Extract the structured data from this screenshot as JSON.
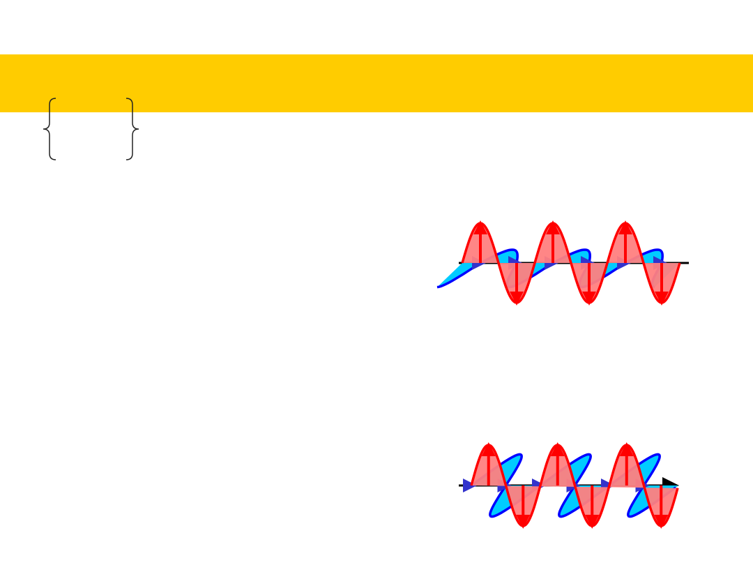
{
  "colors": {
    "banner": "#ffcc00",
    "electric_stroke": "#ff0000",
    "electric_fill": "#ff8080",
    "magnetic_stroke": "#0000ff",
    "magnetic_fill": "#00ccff",
    "axis": "#000000"
  },
  "diagrams": [
    {
      "name": "wave-upper",
      "cycles": 3,
      "axis_arrow": false
    },
    {
      "name": "wave-lower",
      "cycles": 3,
      "axis_arrow": true
    }
  ]
}
